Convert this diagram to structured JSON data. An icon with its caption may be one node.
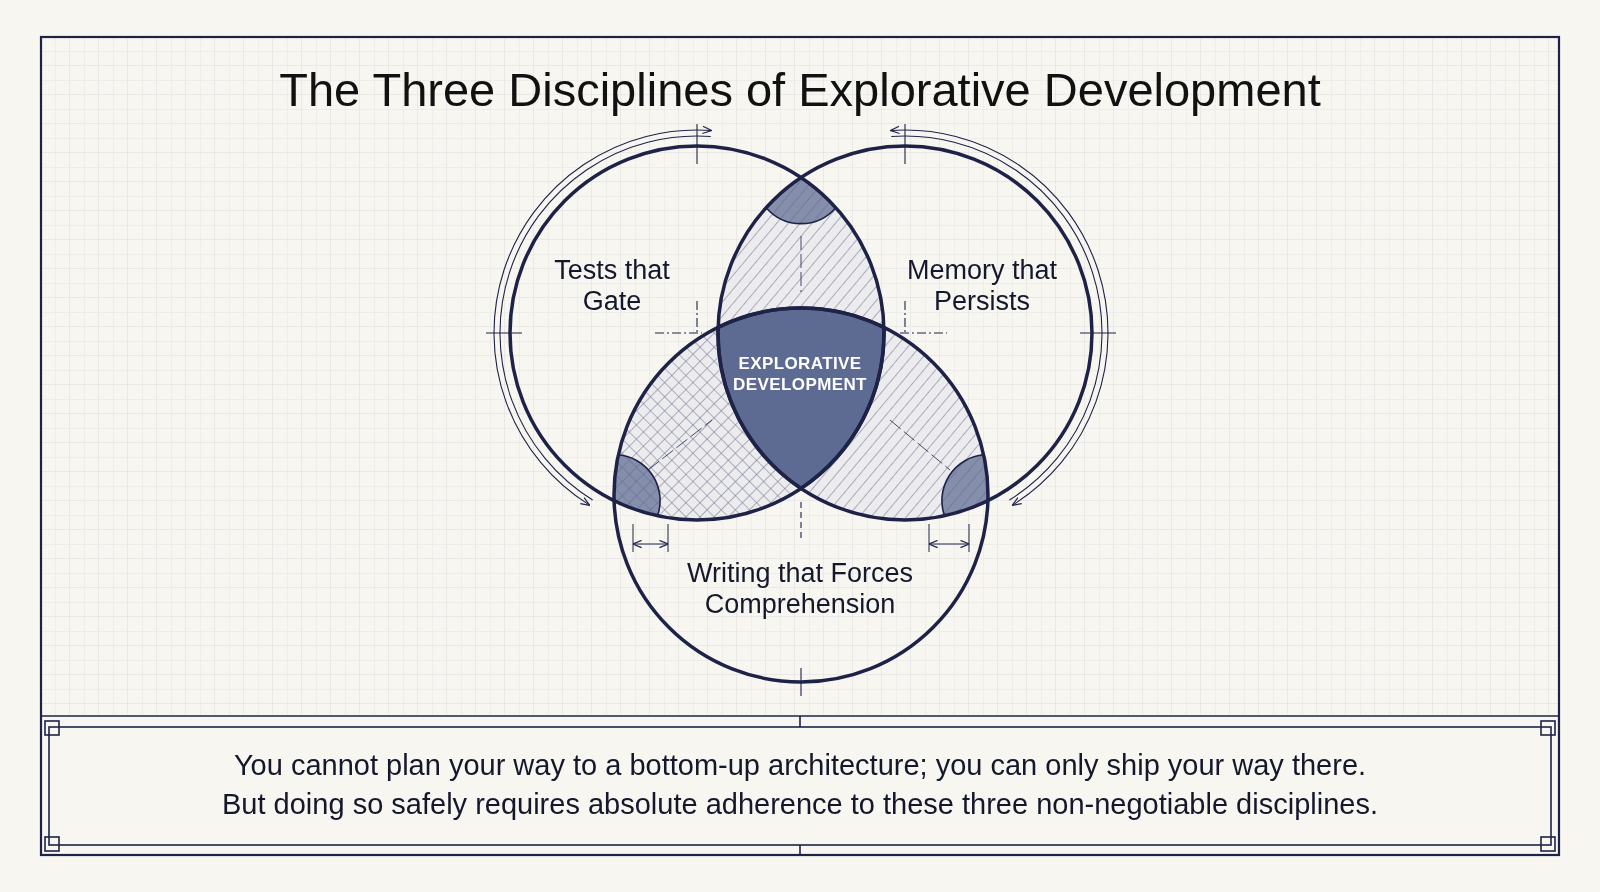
{
  "diagram": {
    "title": "The Three Disciplines of Explorative Development",
    "nodes": [
      {
        "text": [
          "Tests that Gate"
        ]
      },
      {
        "text": [
          "Memory that Persists"
        ]
      },
      {
        "text": [
          "Writing that Forces Comprehension"
        ]
      },
      {
        "text": [
          "EXPLORATIVE DEVELOPMENT"
        ]
      }
    ],
    "caption": "You cannot plan your way to a bottom-up architecture; you can only ship your way there. But doing so safely requires absolute adherence to these three non-negotiable disciplines."
  }
}
